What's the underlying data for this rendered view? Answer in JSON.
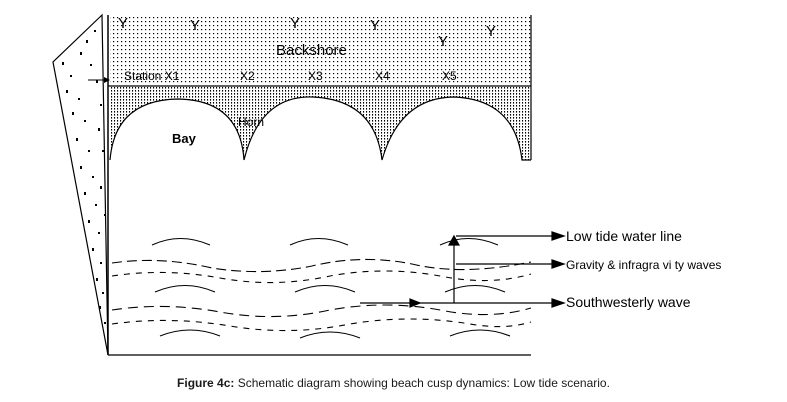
{
  "diagram": {
    "zone_label": "Backshore",
    "stations": [
      "Station X1",
      "X2",
      "X3",
      "X4",
      "X5"
    ],
    "bay_label": "Bay",
    "horn_label": "Horn",
    "annotations": {
      "low_tide": "Low tide water line",
      "gravity": "Gravity & infragra vi ty waves",
      "southwesterly": "Southwesterly wave"
    }
  },
  "caption": {
    "prefix": "Figure 4c:",
    "text": " Schematic diagram showing beach cusp dynamics: Low tide scenario."
  }
}
